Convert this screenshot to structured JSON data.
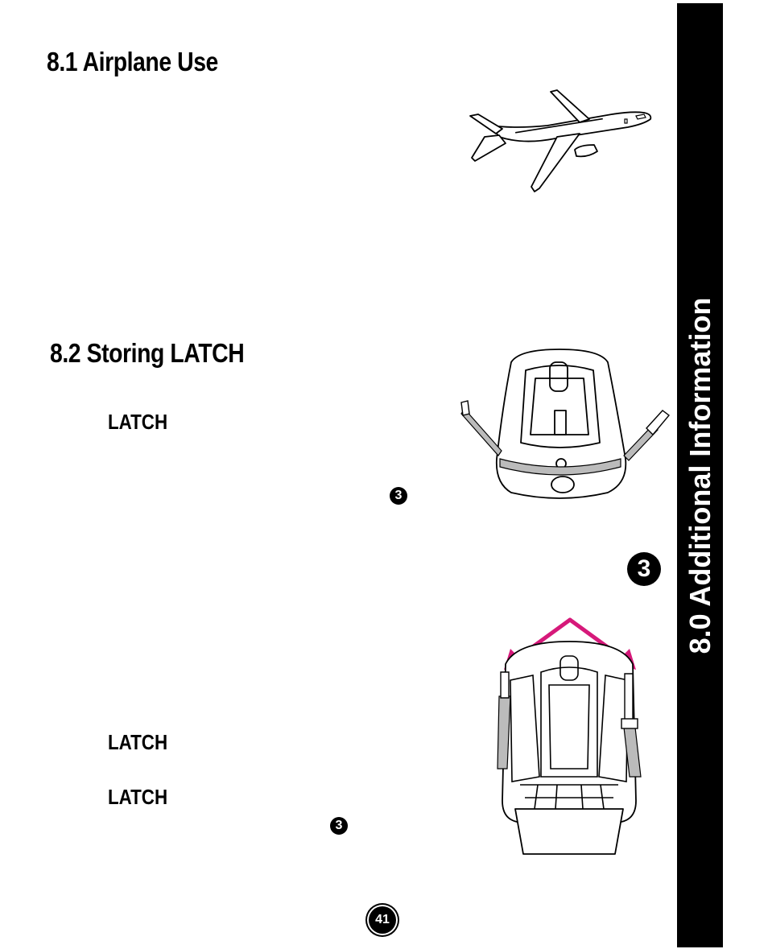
{
  "sections": {
    "airplane": {
      "title": "8.1 Airplane Use"
    },
    "latch": {
      "title": "8.2 Storing LATCH"
    }
  },
  "labels": {
    "latch_1": "LATCH",
    "latch_2": "LATCH",
    "latch_3": "LATCH"
  },
  "callouts": {
    "step_1": "3",
    "step_2": "3",
    "step_big": "3"
  },
  "sidebar": {
    "title": "8.0 Additional Information"
  },
  "footer": {
    "page_number": "41"
  },
  "colors": {
    "arrow": "#d6197a",
    "sidebar": "#000000"
  }
}
